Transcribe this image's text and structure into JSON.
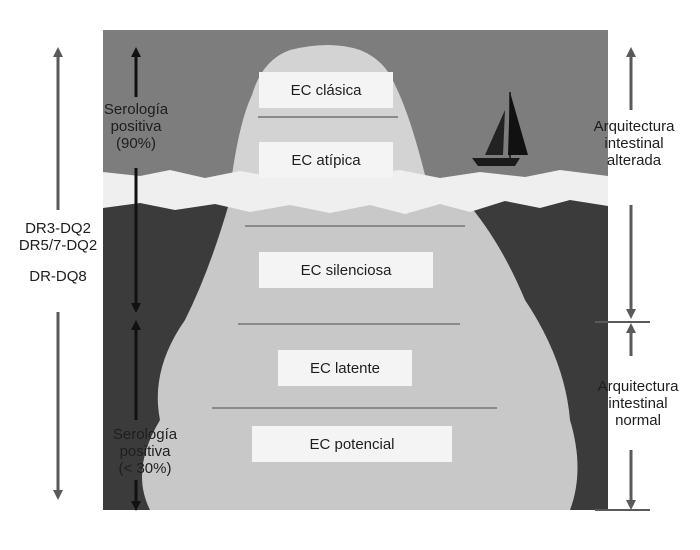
{
  "levels": [
    {
      "label": "EC clásica"
    },
    {
      "label": "EC atípica"
    },
    {
      "label": "EC silenciosa"
    },
    {
      "label": "EC latente"
    },
    {
      "label": "EC potencial"
    }
  ],
  "left_labels": {
    "serology_top": [
      "Serología",
      "positiva",
      "(90%)"
    ],
    "serology_bottom": [
      "Serología",
      "positiva",
      "(< 30%)"
    ],
    "hla": [
      "DR3-DQ2",
      "DR5/7-DQ2",
      "DR-DQ8"
    ]
  },
  "right_labels": {
    "altered": [
      "Arquitectura",
      "intestinal",
      "alterada"
    ],
    "normal": [
      "Arquitectura",
      "intestinal",
      "normal"
    ]
  },
  "colors": {
    "sky": "#7d7d7d",
    "ice_above": "#d3d3d3",
    "water_band": "#efefef",
    "sea": "#3b3b3b",
    "ice_below": "#c8c8c8",
    "arrow": "#5a5a5a",
    "arrow_dark": "#111111",
    "label_box": "#f4f4f4"
  },
  "icons": [
    "sailboat-icon",
    "arrow-up-icon",
    "arrow-down-icon"
  ]
}
